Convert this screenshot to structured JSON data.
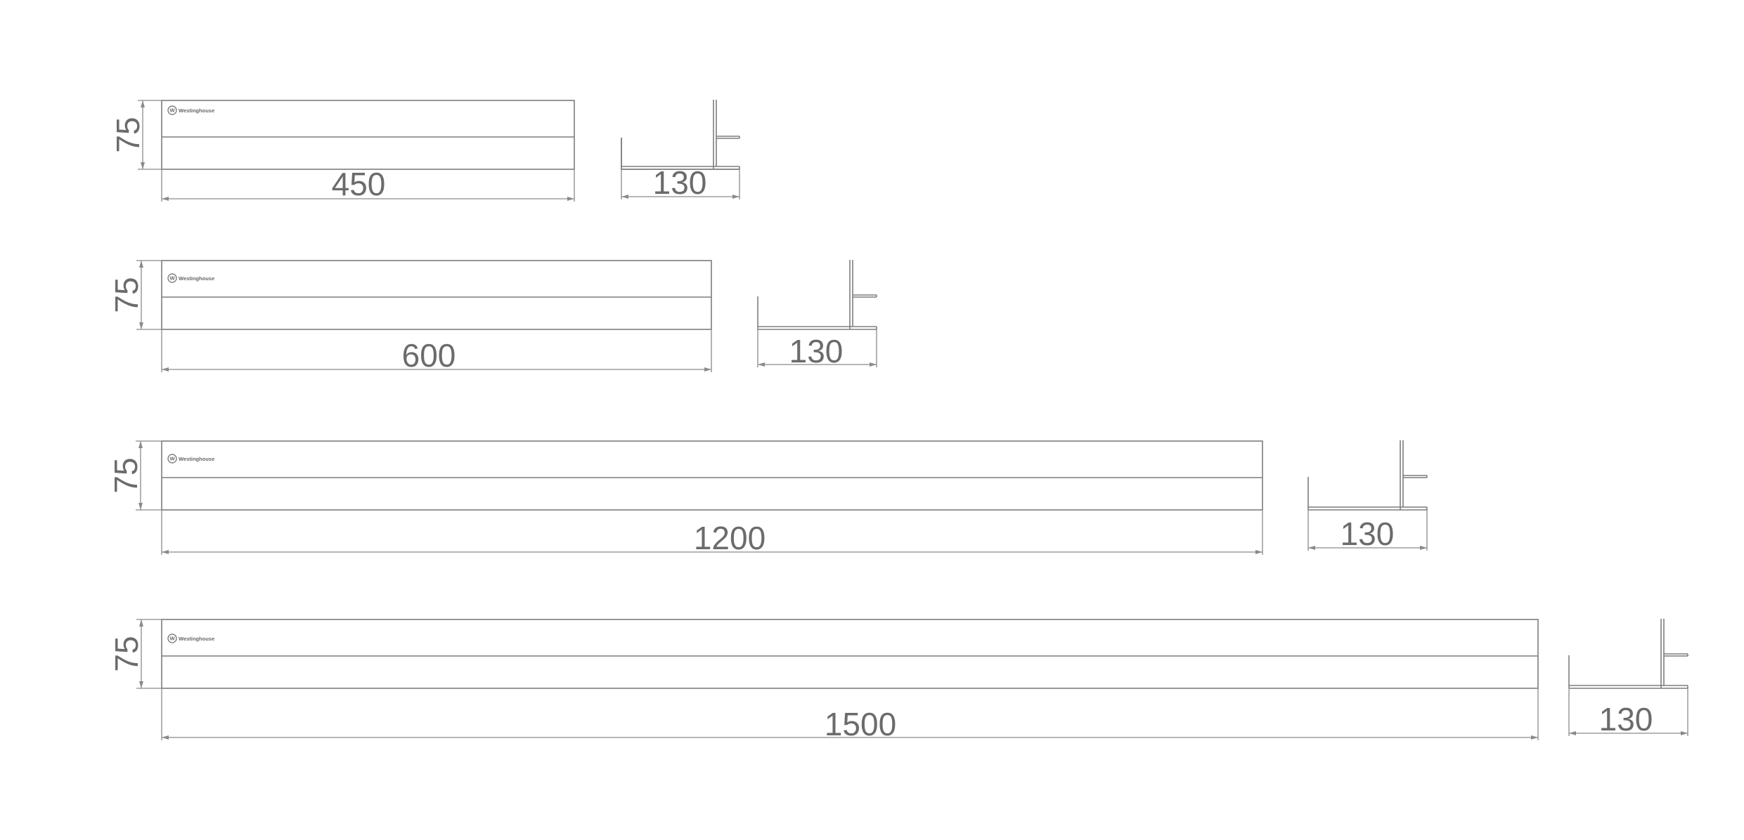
{
  "brand": {
    "logo_text": "Westinghouse",
    "logo_icon": "westinghouse-w-circle-icon"
  },
  "colors": {
    "line": "#7d7d7d",
    "dimension": "#8a8a8a",
    "text": "#6b6b6b",
    "background": "#ffffff"
  },
  "shelves": [
    {
      "length_label": "450",
      "height_label": "75",
      "depth_label": "130"
    },
    {
      "length_label": "600",
      "height_label": "75",
      "depth_label": "130"
    },
    {
      "length_label": "1200",
      "height_label": "75",
      "depth_label": "130"
    },
    {
      "length_label": "1500",
      "height_label": "75",
      "depth_label": "130"
    }
  ]
}
